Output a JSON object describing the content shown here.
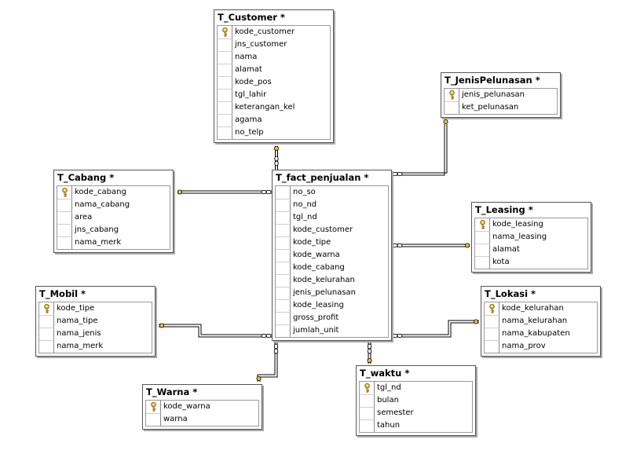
{
  "tables": {
    "t_customer": {
      "title": "T_Customer *",
      "columns": [
        {
          "name": "kode_customer",
          "pk": true
        },
        {
          "name": "jns_customer"
        },
        {
          "name": "nama"
        },
        {
          "name": "alamat"
        },
        {
          "name": "kode_pos"
        },
        {
          "name": "tgl_lahir"
        },
        {
          "name": "keterangan_kel"
        },
        {
          "name": "agama"
        },
        {
          "name": "no_telp"
        }
      ]
    },
    "t_jenispelunasan": {
      "title": "T_JenisPelunasan *",
      "columns": [
        {
          "name": "jenis_pelunasan",
          "pk": true
        },
        {
          "name": "ket_pelunasan"
        }
      ]
    },
    "t_cabang": {
      "title": "T_Cabang *",
      "columns": [
        {
          "name": "kode_cabang",
          "pk": true
        },
        {
          "name": "nama_cabang"
        },
        {
          "name": "area"
        },
        {
          "name": "jns_cabang"
        },
        {
          "name": "nama_merk"
        }
      ]
    },
    "t_fact": {
      "title": "T_fact_penjualan *",
      "columns": [
        {
          "name": "no_so"
        },
        {
          "name": "no_nd"
        },
        {
          "name": "tgl_nd"
        },
        {
          "name": "kode_customer"
        },
        {
          "name": "kode_tipe"
        },
        {
          "name": "kode_warna"
        },
        {
          "name": "kode_cabang"
        },
        {
          "name": "kode_kelurahan"
        },
        {
          "name": "jenis_pelunasan"
        },
        {
          "name": "kode_leasing"
        },
        {
          "name": "gross_profit"
        },
        {
          "name": "jumlah_unit"
        }
      ]
    },
    "t_leasing": {
      "title": "T_Leasing *",
      "columns": [
        {
          "name": "kode_leasing",
          "pk": true
        },
        {
          "name": "nama_leasing"
        },
        {
          "name": "alamat"
        },
        {
          "name": "kota"
        }
      ]
    },
    "t_mobil": {
      "title": "T_Mobil *",
      "columns": [
        {
          "name": "kode_tipe",
          "pk": true
        },
        {
          "name": "nama_tipe"
        },
        {
          "name": "nama_jenis"
        },
        {
          "name": "nama_merk"
        }
      ]
    },
    "t_lokasi": {
      "title": "T_Lokasi *",
      "columns": [
        {
          "name": "kode_kelurahan",
          "pk": true
        },
        {
          "name": "nama_kelurahan"
        },
        {
          "name": "nama_kabupaten"
        },
        {
          "name": "nama_prov"
        }
      ]
    },
    "t_warna": {
      "title": "T_Warna *",
      "columns": [
        {
          "name": "kode_warna",
          "pk": true
        },
        {
          "name": "warna"
        }
      ]
    },
    "t_waktu": {
      "title": "T_waktu *",
      "columns": [
        {
          "name": "tgl_nd",
          "pk": true
        },
        {
          "name": "bulan"
        },
        {
          "name": "semester"
        },
        {
          "name": "tahun"
        }
      ]
    }
  },
  "colors": {
    "border": "#555555",
    "shadow": "#a8a8a8",
    "key": "#e8c43a",
    "line": "#000000"
  },
  "icons": {
    "primary_key": "key-icon"
  }
}
